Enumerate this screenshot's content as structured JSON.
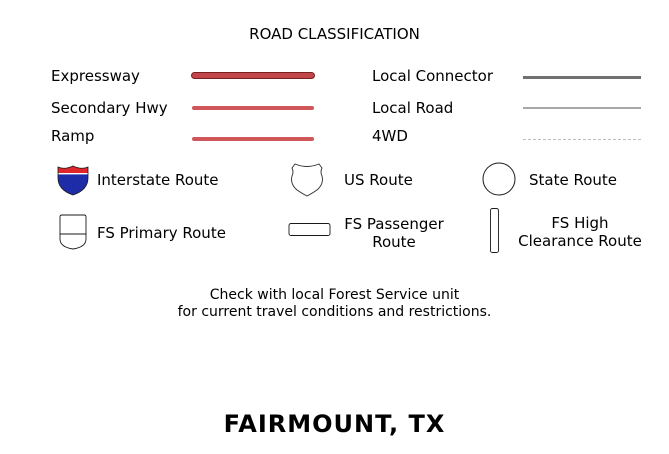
{
  "legend": {
    "heading": "ROAD CLASSIFICATION",
    "road_types": [
      {
        "label": "Expressway",
        "color": "#c0464a",
        "outline": "#7a1f22",
        "style": "solid-outlined"
      },
      {
        "label": "Secondary Hwy",
        "color": "#cf5659",
        "style": "solid"
      },
      {
        "label": "Ramp",
        "color": "#cf5659",
        "style": "solid"
      },
      {
        "label": "Local Connector",
        "color": "#707070",
        "style": "solid"
      },
      {
        "label": "Local Road",
        "color": "#a8a8a8",
        "style": "solid"
      },
      {
        "label": "4WD",
        "color": "#bcbcbc",
        "style": "dashed"
      }
    ],
    "route_shields": [
      {
        "label": "Interstate Route",
        "icon": "interstate-shield-icon",
        "colors": {
          "top": "#e0262b",
          "bottom": "#1f2ca8"
        }
      },
      {
        "label": "US Route",
        "icon": "us-route-shield-icon"
      },
      {
        "label": "State Route",
        "icon": "state-route-circle-icon"
      },
      {
        "label": "FS Primary Route",
        "icon": "fs-primary-shield-icon"
      },
      {
        "label_lines": [
          "FS Passenger",
          "Route"
        ],
        "icon": "fs-passenger-rect-icon"
      },
      {
        "label_lines": [
          "FS High",
          "Clearance Route"
        ],
        "icon": "fs-high-clearance-rect-icon"
      }
    ],
    "note_lines": [
      "Check with local Forest Service unit",
      "for current travel conditions and restrictions."
    ]
  },
  "map_title": "FAIRMOUNT, TX"
}
